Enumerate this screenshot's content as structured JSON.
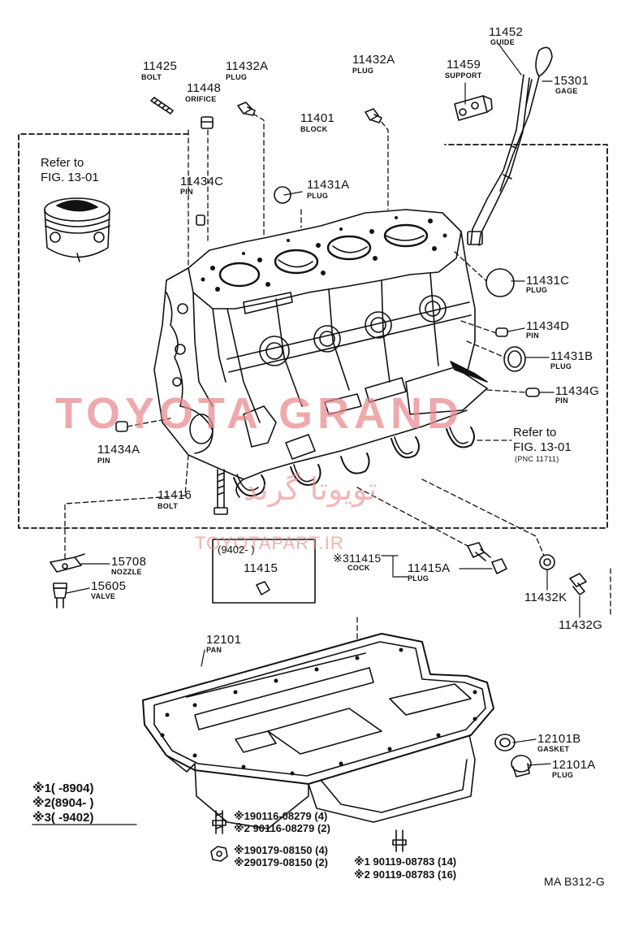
{
  "watermark": {
    "brand": "TOYOTA GRAND",
    "persian": "تويوتا گرند",
    "site": "TOYOTAPART.IR",
    "color": "#e8888d"
  },
  "refs": {
    "piston_line1": "Refer to",
    "piston_line2": "FIG. 13-01",
    "crank_line1": "Refer to",
    "crank_line2": "FIG. 13-01",
    "crank_pnc": "(PNC 11711)"
  },
  "parts": {
    "p11452": {
      "num": "11452",
      "name": "GUIDE"
    },
    "p15301": {
      "num": "15301",
      "name": "GAGE"
    },
    "p11459": {
      "num": "11459",
      "name": "SUPPORT"
    },
    "p11432A_right": {
      "num": "11432A",
      "name": "PLUG"
    },
    "p11425": {
      "num": "11425",
      "name": "BOLT"
    },
    "p11432A_left": {
      "num": "11432A",
      "name": "PLUG"
    },
    "p11448": {
      "num": "11448",
      "name": "ORIFICE"
    },
    "p11401": {
      "num": "11401",
      "name": "BLOCK"
    },
    "p11434C": {
      "num": "11434C",
      "name": "PIN"
    },
    "p11431A": {
      "num": "11431A",
      "name": "PLUG"
    },
    "p11431C": {
      "num": "11431C",
      "name": "PLUG"
    },
    "p11434D": {
      "num": "11434D",
      "name": "PIN"
    },
    "p11431B": {
      "num": "11431B",
      "name": "PLUG"
    },
    "p11434G": {
      "num": "11434G",
      "name": "PIN"
    },
    "p11434A": {
      "num": "11434A",
      "name": "PIN"
    },
    "p11416": {
      "num": "11416",
      "name": "BOLT"
    },
    "p11415_box": {
      "date": "(9402-      )",
      "num": "11415"
    },
    "p11415": {
      "num": "※311415",
      "name": "COCK"
    },
    "p11415A": {
      "num": "11415A",
      "name": "PLUG"
    },
    "p11432K": {
      "num": "11432K"
    },
    "p11432G": {
      "num": "11432G"
    },
    "p15708": {
      "num": "15708",
      "name": "NOZZLE"
    },
    "p15605": {
      "num": "15605",
      "name": "VALVE"
    },
    "p12101": {
      "num": "12101",
      "name": "PAN"
    },
    "p12101B": {
      "num": "12101B",
      "name": "GASKET"
    },
    "p12101A": {
      "num": "12101A",
      "name": "PLUG"
    }
  },
  "fasteners": {
    "bolt1_a": "※190116-08279 (4)",
    "bolt1_b": "※2 90116-08279 (2)",
    "nut_a": "※190179-08150 (4)",
    "nut_b": "※290179-08150 (2)",
    "bolt2_a": "※1 90119-08783 (14)",
    "bolt2_b": "※2 90119-08783 (16)"
  },
  "legend": {
    "row1": "※1(      -8904)",
    "row2": "※2(8904-       )",
    "row3": "※3(      -9402)"
  },
  "code": "MA B312-G"
}
